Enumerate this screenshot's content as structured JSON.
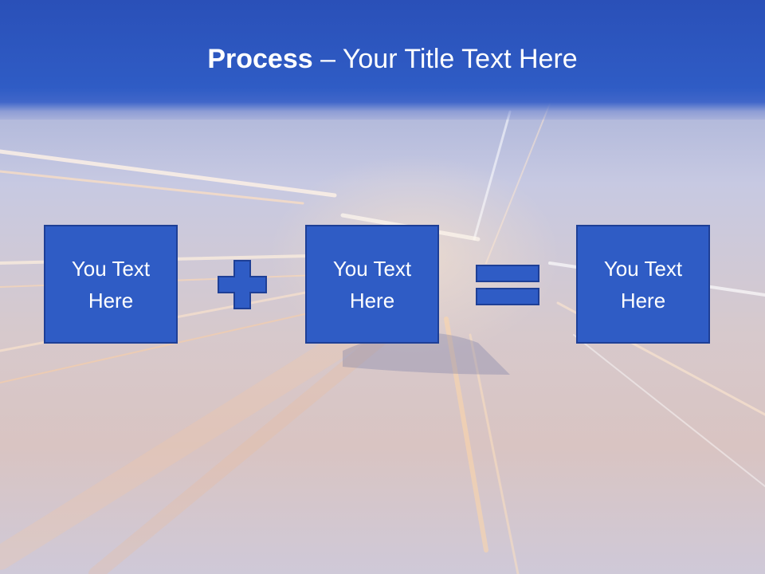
{
  "slide": {
    "title": {
      "bold": "Process",
      "rest": " – Your Title Text Here"
    },
    "boxes": [
      {
        "line1": "You Text",
        "line2": "Here"
      },
      {
        "line1": "You Text",
        "line2": "Here"
      },
      {
        "line1": "You Text",
        "line2": "Here"
      }
    ],
    "operators": {
      "first": "plus",
      "second": "equals"
    }
  },
  "colors": {
    "header": "#2f5cc5",
    "box_fill": "#2f5cc5",
    "box_border": "#1e3f96",
    "text": "#ffffff"
  }
}
